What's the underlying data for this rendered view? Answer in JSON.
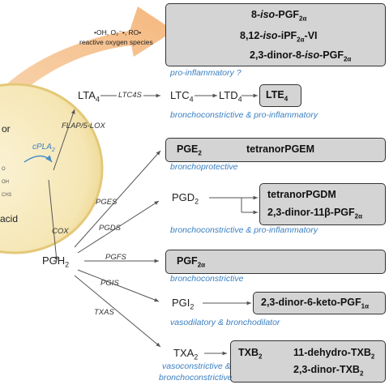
{
  "ros": {
    "line1": "•OH, O₂⁻•, RO•",
    "line2": "reactive oxygen species"
  },
  "isoprostanes": {
    "items": [
      "8-iso-PGF2α",
      "8,12-iso-iPF2α-VI",
      "2,3-dinor-8-iso-PGF2α"
    ],
    "note": "pro-inflammatory ?"
  },
  "cell": {
    "label_top": "or",
    "enzyme": "cPLA2",
    "label_bottom": "acid",
    "fragments": [
      "O",
      "OH",
      "CH3"
    ]
  },
  "pathways": {
    "flap": "FLAP/5-LOX",
    "cox": "COX",
    "pgh2": "PGH2",
    "lta4": "LTA4",
    "ltc4s": "LTC4S",
    "ltc4": "LTC4",
    "ltd4": "LTD4",
    "lte4": "LTE4",
    "lt_note": "bronchoconstrictive & pro-inflammatory",
    "pges": "PGES",
    "pge2": "PGE2",
    "pgem": "tetranorPGEM",
    "pge_note": "bronchoprotective",
    "pgds": "PGDS",
    "pgd2": "PGD2",
    "pgdm": "tetranorPGDM",
    "pgd_met2": "2,3-dinor-11β-PGF2α",
    "pgd_note": "bronchoconstrictive & pro-inflammatory",
    "pgfs": "PGFS",
    "pgf2a": "PGF2α",
    "pgf_note": "bronchoconstrictive",
    "pgis": "PGIS",
    "pgi2": "PGI2",
    "pgi_met": "2,3-dinor-6-keto-PGF1α",
    "pgi_note": "vasodilatory & bronchodilator",
    "txas": "TXAS",
    "txa2": "TXA2",
    "txb2": "TXB2",
    "tx_met1": "11-dehydro-TXB2",
    "tx_met2": "2,3-dinor-TXB2",
    "tx_note1": "vasoconstrictive &",
    "tx_note2": "bronchoconstrictive"
  },
  "colors": {
    "ros_arrow": "#f6c391",
    "cell_fill": "#f7e9bc",
    "box_fill": "#d4d4d4",
    "note_blue": "#3a7fc1",
    "cpla2_arrow": "#4a90c8"
  }
}
